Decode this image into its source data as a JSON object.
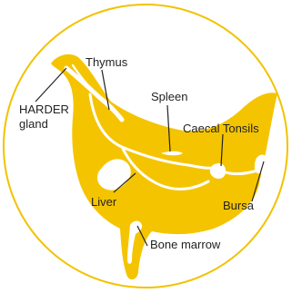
{
  "diagram": {
    "colors": {
      "background": "#ffffff",
      "circle_stroke": "#f2c200",
      "body_fill": "#f5c400",
      "organ_fill": "#ffffff",
      "line": "#222222",
      "text": "#222222"
    },
    "labels": {
      "harder_line1": "HARDER",
      "harder_line2": "gland",
      "thymus": "Thymus",
      "spleen": "Spleen",
      "caecal_tonsils": "Caecal Tonsils",
      "liver": "Liver",
      "bursa": "Bursa",
      "bone_marrow": "Bone marrow"
    }
  }
}
